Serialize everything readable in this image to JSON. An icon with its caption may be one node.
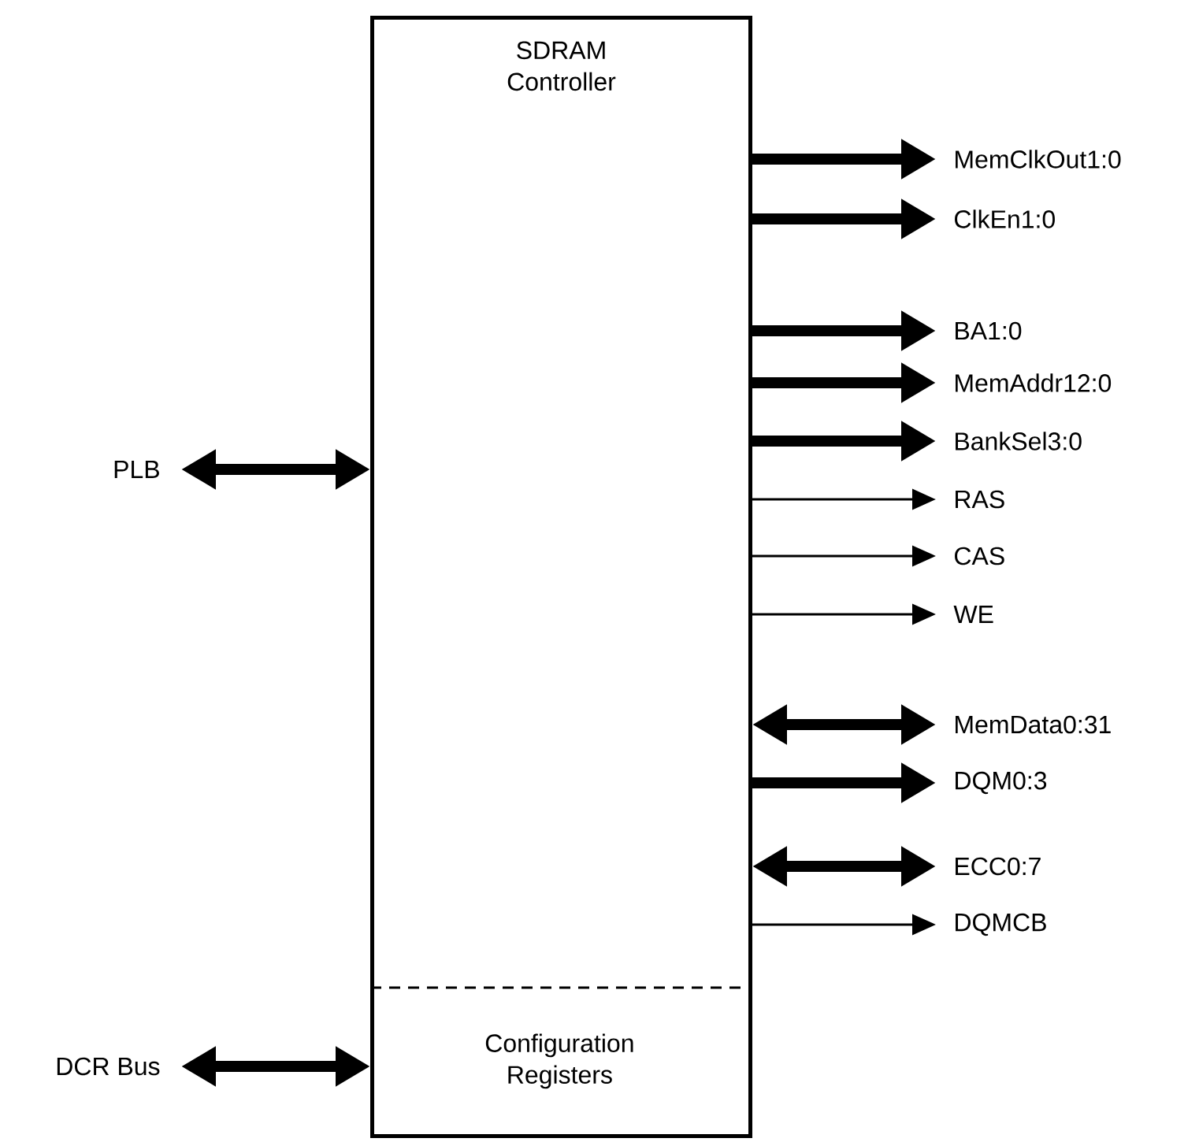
{
  "diagram": {
    "nodes": [
      {
        "text": [
          "SDRAM Controller"
        ]
      },
      {
        "text": [
          "Configuration Registers"
        ],
        "in": 0
      },
      {
        "text": [
          "PLB"
        ]
      },
      {
        "text": [
          "DCR Bus"
        ]
      },
      {
        "text": [
          "MemClkOut1:0"
        ]
      },
      {
        "text": [
          "ClkEn1:0"
        ]
      },
      {
        "text": [
          "BA1:0"
        ]
      },
      {
        "text": [
          "MemAddr12:0"
        ]
      },
      {
        "text": [
          "BankSel3:0"
        ]
      },
      {
        "text": [
          "RAS"
        ]
      },
      {
        "text": [
          "CAS"
        ]
      },
      {
        "text": [
          "WE"
        ]
      },
      {
        "text": [
          "MemData0:31"
        ]
      },
      {
        "text": [
          "DQM0:3"
        ]
      },
      {
        "text": [
          "ECC0:7"
        ]
      },
      {
        "text": [
          "DQMCB"
        ]
      }
    ],
    "edges": [
      {
        "from": 2,
        "to": 0,
        "arrow": "both"
      },
      {
        "from": 3,
        "to": 1,
        "arrow": "both"
      },
      {
        "from": 0,
        "to": 4,
        "arrow": "to"
      },
      {
        "from": 0,
        "to": 5,
        "arrow": "to"
      },
      {
        "from": 0,
        "to": 6,
        "arrow": "to"
      },
      {
        "from": 0,
        "to": 7,
        "arrow": "to"
      },
      {
        "from": 0,
        "to": 8,
        "arrow": "to"
      },
      {
        "from": 0,
        "to": 9,
        "arrow": "to"
      },
      {
        "from": 0,
        "to": 10,
        "arrow": "to"
      },
      {
        "from": 0,
        "to": 11,
        "arrow": "to"
      },
      {
        "from": 0,
        "to": 12,
        "arrow": "both"
      },
      {
        "from": 0,
        "to": 13,
        "arrow": "to"
      },
      {
        "from": 0,
        "to": 14,
        "arrow": "both"
      },
      {
        "from": 0,
        "to": 15,
        "arrow": "to"
      }
    ]
  }
}
